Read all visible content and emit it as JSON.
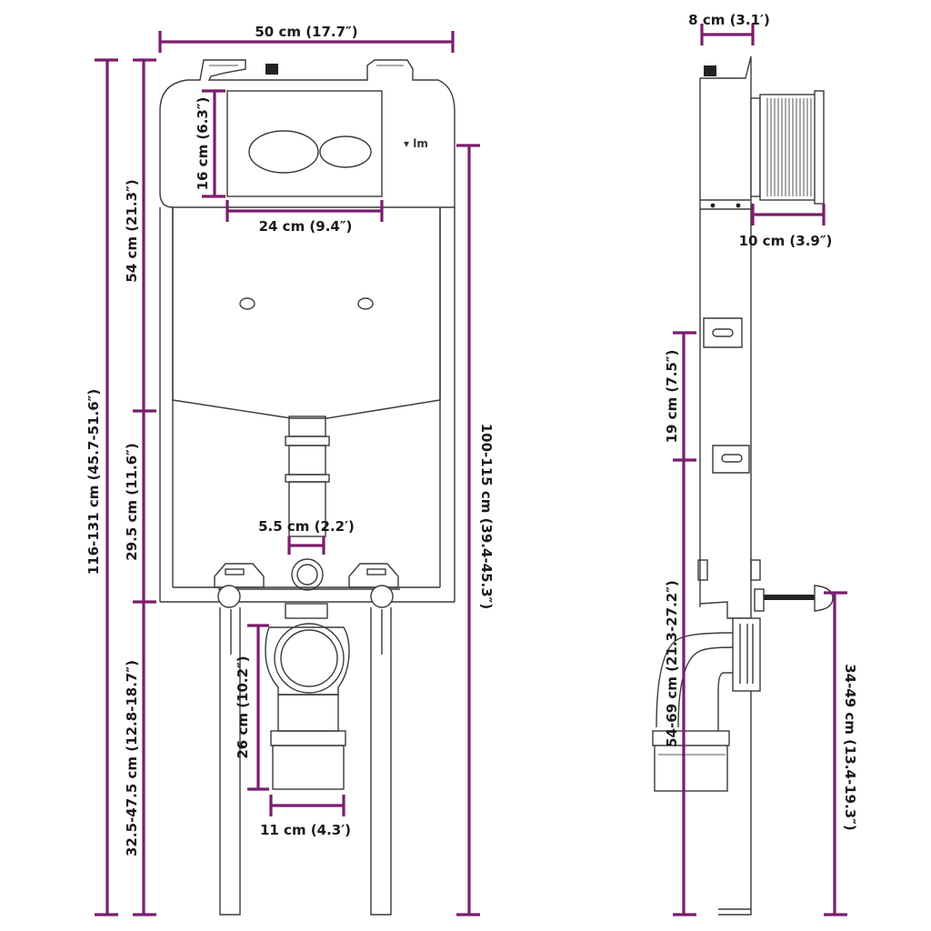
{
  "brand_logo": "lm",
  "colors": {
    "dimension": "#7b1c6e",
    "outline": "#3a3a3a",
    "text": "#1a1a1a"
  },
  "front_view": {
    "width": "50 cm (17.7″)",
    "plate_height": "16 cm (6.3″)",
    "plate_width": "24 cm (9.4″)",
    "upper_height": "54 cm (21.3″)",
    "total_height": "116-131 cm (45.7-51.6″)",
    "mid_height": "29.5 cm (11.6″)",
    "leg_height": "32.5-47.5 cm (12.8-18.7″)",
    "frame_height": "100-115 cm (39.4-45.3″)",
    "flush_pipe_diameter": "5.5 cm (2.2′)",
    "drain_height": "26 cm (10.2″)",
    "drain_width": "11 cm (4.3′)"
  },
  "side_view": {
    "depth": "8 cm (3.1′)",
    "cistern_depth": "10 cm (3.9″)",
    "bracket_spacing": "19 cm (7.5″)",
    "drain_offset": "54-69 cm (21.3-27.2″)",
    "bolt_height": "34-49 cm (13.4-19.3″)"
  }
}
